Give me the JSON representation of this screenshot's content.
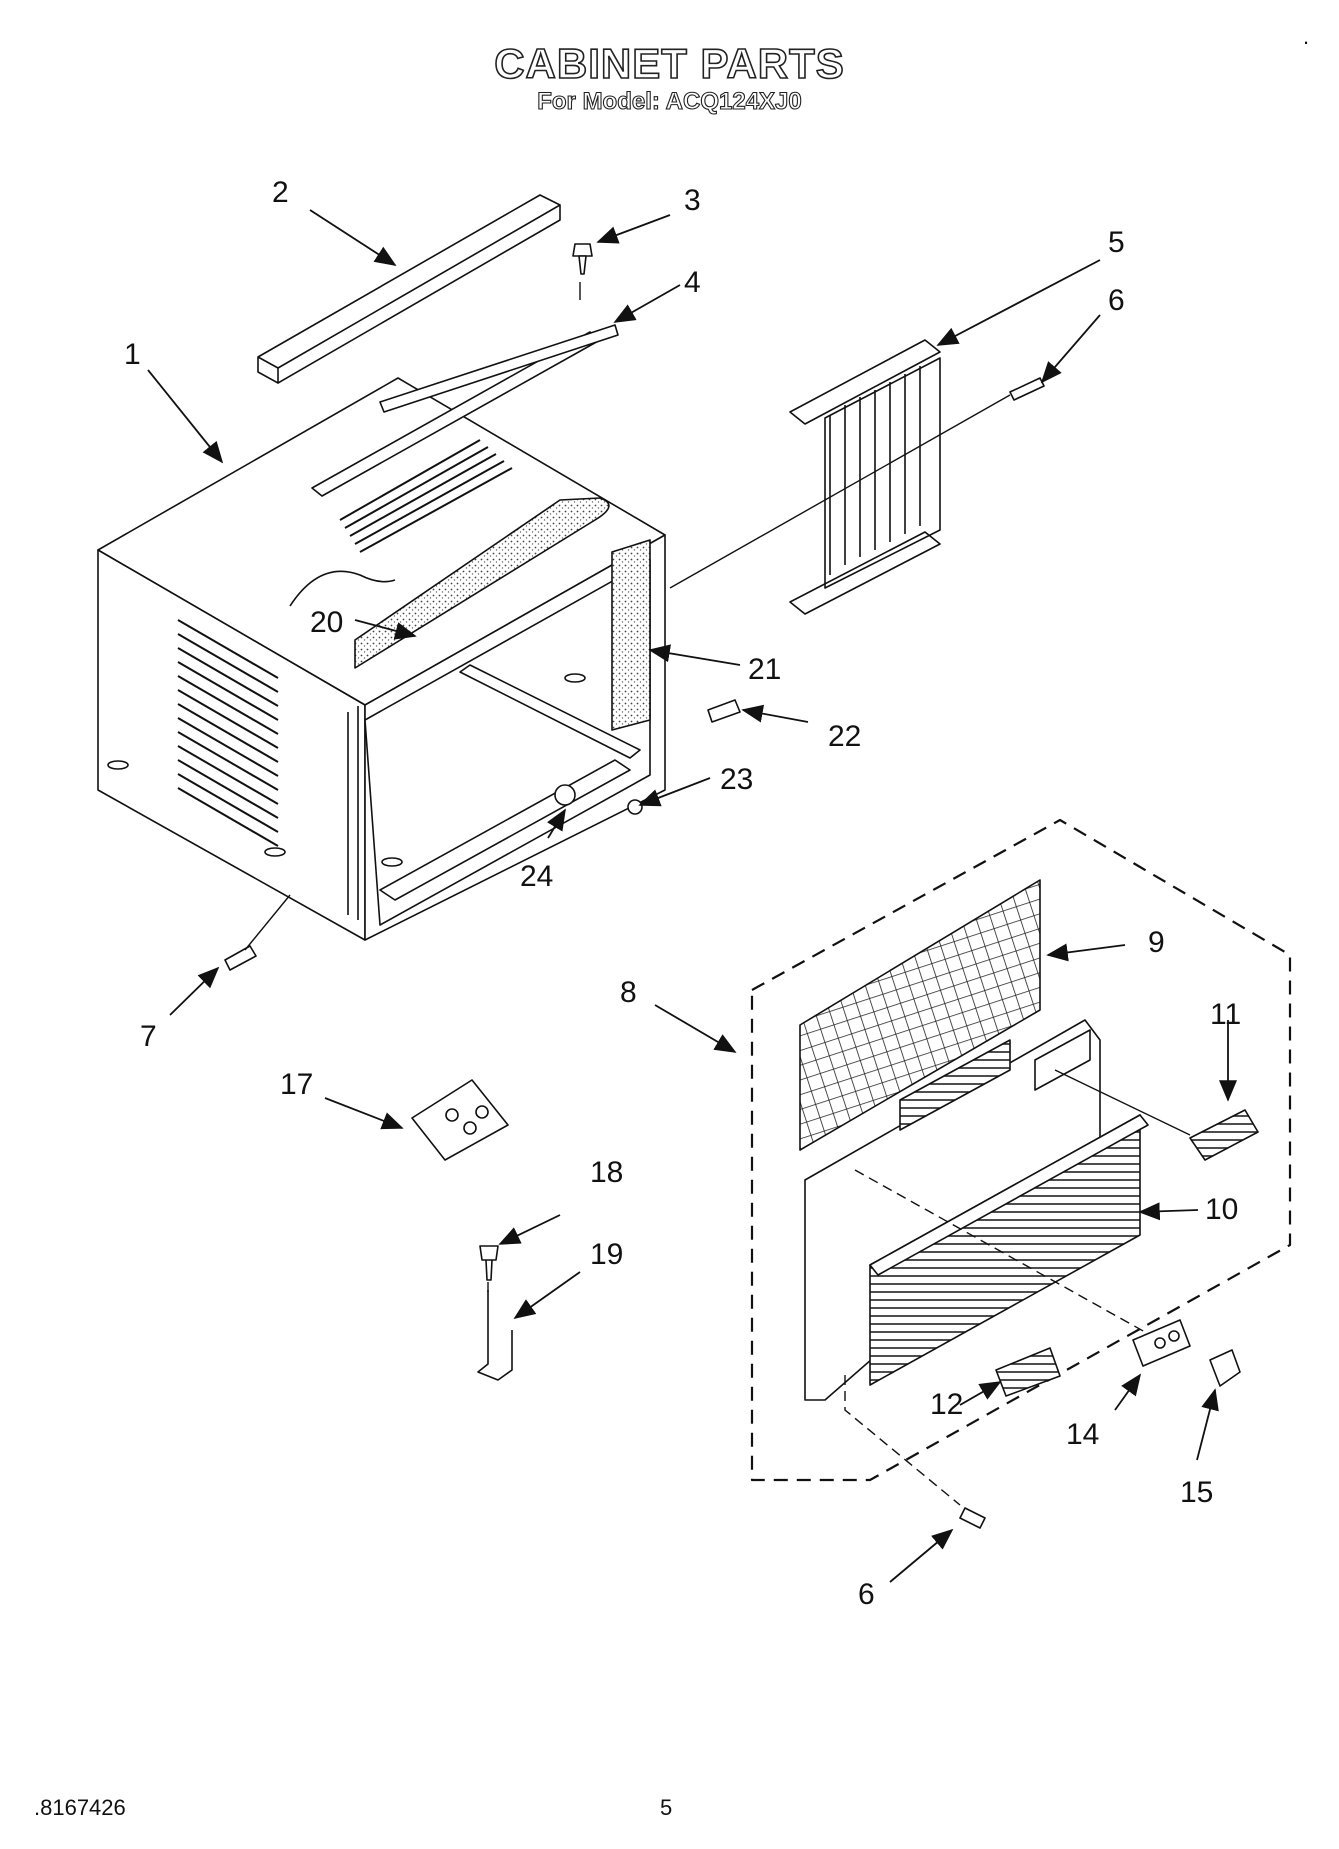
{
  "header": {
    "title": "CABINET PARTS",
    "subtitle": "For Model: ACQ124XJ0"
  },
  "footer": {
    "code": ".8167426",
    "page": "5",
    "corner_mark": "."
  },
  "callouts": [
    "1",
    "2",
    "3",
    "4",
    "5",
    "6",
    "6",
    "7",
    "8",
    "9",
    "10",
    "11",
    "12",
    "14",
    "15",
    "17",
    "18",
    "19",
    "20",
    "21",
    "22",
    "23",
    "24"
  ]
}
